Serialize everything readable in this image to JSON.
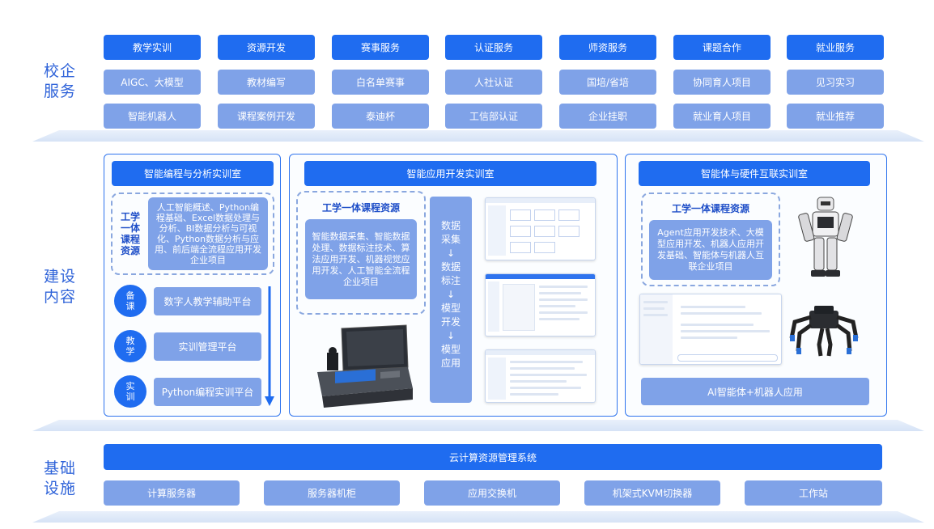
{
  "sections": {
    "school_enterprise": "校企\n服务",
    "construction": "建设\n内容",
    "infrastructure": "基础\n设施"
  },
  "services": [
    {
      "title": "教学实训",
      "items": [
        "AIGC、大模型",
        "智能机器人"
      ]
    },
    {
      "title": "资源开发",
      "items": [
        "教材编写",
        "课程案例开发"
      ]
    },
    {
      "title": "赛事服务",
      "items": [
        "白名单赛事",
        "泰迪杯"
      ]
    },
    {
      "title": "认证服务",
      "items": [
        "人社认证",
        "工信部认证"
      ]
    },
    {
      "title": "师资服务",
      "items": [
        "国培/省培",
        "企业挂职"
      ]
    },
    {
      "title": "课题合作",
      "items": [
        "协同育人项目",
        "就业育人项目"
      ]
    },
    {
      "title": "就业服务",
      "items": [
        "见习实习",
        "就业推荐"
      ]
    }
  ],
  "lab1": {
    "title": "智能编程与分析实训室",
    "resource_label": "工学\n一体\n课程\n资源",
    "resource_text": "人工智能概述、Python编程基础、Excel数据处理与分析、BI数据分析与可视化、Python数据分析与应用、前后端全流程应用开发企业项目",
    "stages": [
      {
        "circle": "备\n课",
        "label": "数字人教学辅助平台"
      },
      {
        "circle": "教\n学",
        "label": "实训管理平台"
      },
      {
        "circle": "实\n训",
        "label": "Python编程实训平台"
      }
    ]
  },
  "lab2": {
    "title": "智能应用开发实训室",
    "resource_title": "工学一体课程资源",
    "resource_text": "智能数据采集、智能数据处理、数据标注技术、算法应用开发、机器视觉应用开发、人工智能全流程企业项目",
    "flow": [
      "数据\n采集",
      "↓",
      "数据\n标注",
      "↓",
      "模型\n开发",
      "↓",
      "模型\n应用"
    ]
  },
  "lab3": {
    "title": "智能体与硬件互联实训室",
    "resource_title": "工学一体课程资源",
    "resource_text": "Agent应用开发技术、大模型应用开发、机器人应用开发基础、智能体与机器人互联企业项目",
    "bottom_label": "AI智能体+机器人应用"
  },
  "infra": {
    "top": "云计算资源管理系统",
    "items": [
      "计算服务器",
      "服务器机柜",
      "应用交换机",
      "机架式KVM切换器",
      "工作站"
    ]
  },
  "colors": {
    "primary": "#1f6cf0",
    "light": "#7fa2e8",
    "label": "#2f63d9"
  }
}
